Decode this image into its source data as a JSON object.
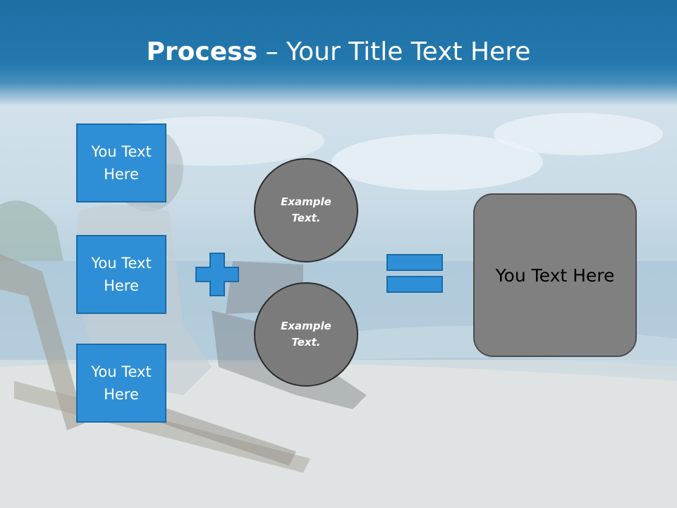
{
  "slide": {
    "title_bold": "Process",
    "title_rest": " – Your Title Text Here"
  },
  "left_boxes": [
    {
      "label": "You Text Here"
    },
    {
      "label": "You Text Here"
    },
    {
      "label": "You Text Here"
    }
  ],
  "circles": [
    {
      "label": "Example Text."
    },
    {
      "label": "Example Text."
    }
  ],
  "result_box": {
    "label": "You Text Here"
  },
  "icons": {
    "plus": "plus-icon",
    "equals": "equals-icon"
  },
  "colors": {
    "header": "#1e6fa3",
    "box_fill": "#2f8fd6",
    "box_border": "#1a6ca8",
    "circle_fill": "#7b7b7b",
    "result_fill": "#808080"
  }
}
